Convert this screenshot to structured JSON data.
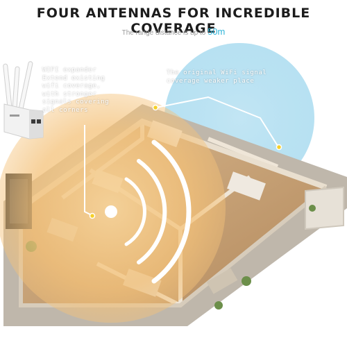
{
  "headline": "FOUR ANTENNAS FOR INCREDIBLE COVERAGE",
  "subline": {
    "prefix": "The range distance is up to ",
    "distance": "50m"
  },
  "callouts": {
    "expander": "WIFI expander\nExtend existing\nwifi coverage,\nwith stronger\nsignals covering\nall corners",
    "original": "The original WiFi signal\ncoverage weaker place"
  },
  "colors": {
    "accent": "#2fb4d8",
    "coverage_warm": "#f4c27a",
    "coverage_cool": "#9fd7ee",
    "floor": "#c9a57a",
    "wall": "#efe6d8"
  },
  "icons": {
    "device": "wifi-extender-device-icon",
    "signal": "wifi-signal-waves-icon"
  }
}
